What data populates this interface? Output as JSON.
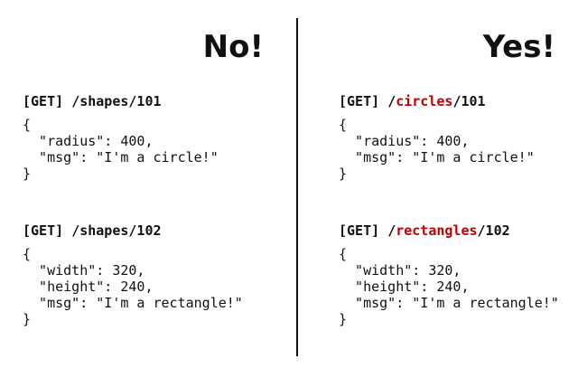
{
  "left": {
    "heading": "No!",
    "blocks": [
      {
        "method": "[GET]",
        "path_pre": "/shapes/101",
        "path_accent": "",
        "path_post": "",
        "body": "{\n  \"radius\": 400,\n  \"msg\": \"I'm a circle!\"\n}"
      },
      {
        "method": "[GET]",
        "path_pre": "/shapes/102",
        "path_accent": "",
        "path_post": "",
        "body": "{\n  \"width\": 320,\n  \"height\": 240,\n  \"msg\": \"I'm a rectangle!\"\n}"
      }
    ]
  },
  "right": {
    "heading": "Yes!",
    "blocks": [
      {
        "method": "[GET]",
        "path_pre": "/",
        "path_accent": "circles",
        "path_post": "/101",
        "body": "{\n  \"radius\": 400,\n  \"msg\": \"I'm a circle!\"\n}"
      },
      {
        "method": "[GET]",
        "path_pre": "/",
        "path_accent": "rectangles",
        "path_post": "/102",
        "body": "{\n  \"width\": 320,\n  \"height\": 240,\n  \"msg\": \"I'm a rectangle!\"\n}"
      }
    ]
  },
  "colors": {
    "accent": "#c00000",
    "text": "#111111",
    "background": "#ffffff"
  }
}
